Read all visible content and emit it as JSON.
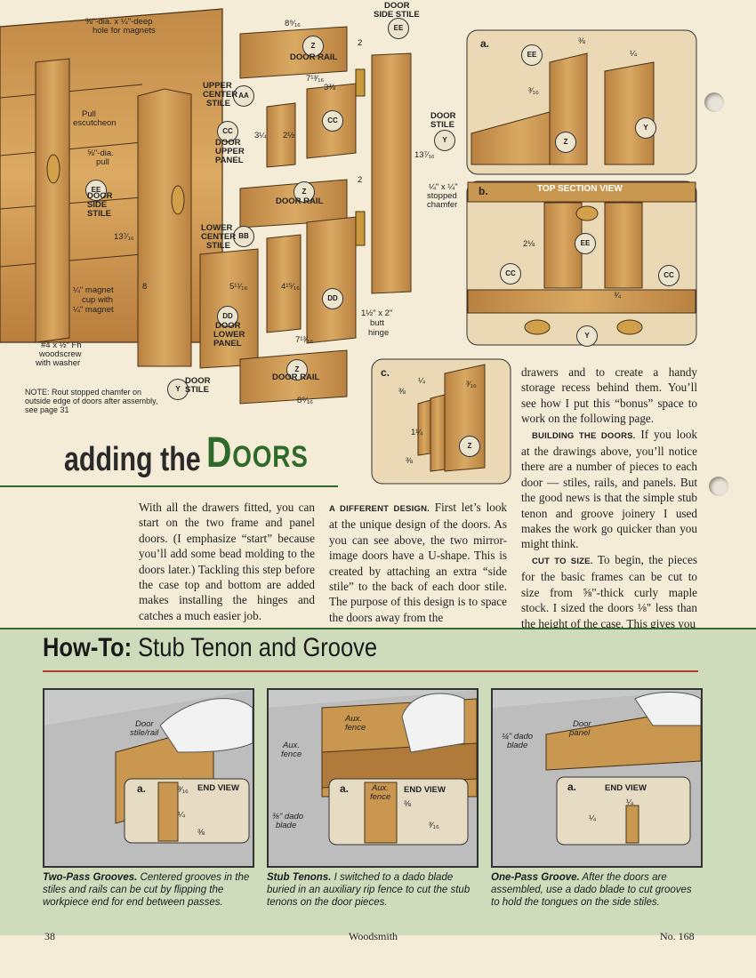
{
  "article": {
    "title_prefix": "adding the",
    "title_main": "Doors",
    "col1": "With all the drawers fitted, you can start on the two frame and panel doors. (I emphasize “start” because you’ll add some bead molding to the doors later.) Tackling this step before the case top and bottom are added makes installing the hinges and catches a much easier job.",
    "col2_head": "A DIFFERENT DESIGN.",
    "col2": "First let’s look at the unique design of the doors. As you can see above, the two mirror-image doors have a U-shape. This is created by attaching an extra “side stile” to the back of each door stile. The purpose of this design is to space the doors away from the",
    "col3a": "drawers and to create a handy storage recess behind them. You’ll see how I put this “bonus” space to work on the following page.",
    "col3b_head": "BUILDING THE DOORS.",
    "col3b": "If you look at the drawings above, you’ll notice there are a number of pieces to each door — stiles, rails, and panels. But the good news is that the simple stub tenon and groove joinery I used makes the work go quicker than you might think.",
    "col3c_head": "CUT TO SIZE.",
    "col3c": "To begin, the pieces for the basic frames can be cut to size from ⅝\"-thick curly maple stock. I sized the doors ⅛\" less than the height of the case. This gives you"
  },
  "diagram": {
    "labels": {
      "hole": "⅜\"-dia. x ¼\"-deep",
      "hole2": "hole for magnets",
      "pull_esc": "Pull",
      "pull_esc2": "escutcheon",
      "pull": "⅝\"-dia.",
      "pull2": "pull",
      "door_side_stile_top": "DOOR",
      "door_side_stile_top2": "SIDE STILE",
      "door_rail_top": "DOOR RAIL",
      "upper_center": "UPPER",
      "upper_center2": "CENTER",
      "upper_center3": "STILE",
      "door_upper_panel": "DOOR",
      "door_upper_panel2": "UPPER",
      "door_upper_panel3": "PANEL",
      "door_stile_right": "DOOR",
      "door_stile_right2": "STILE",
      "door_side_stile_left": "DOOR",
      "door_side_stile_left2": "SIDE",
      "door_side_stile_left3": "STILE",
      "door_rail_mid": "DOOR RAIL",
      "chamfer": "¼\" x ¼\"",
      "chamfer2": "stopped",
      "chamfer3": "chamfer",
      "lower_center": "LOWER",
      "lower_center2": "CENTER",
      "lower_center3": "STILE",
      "magnet": "¼\" magnet",
      "magnet2": "cup with",
      "magnet3": "¼\" magnet",
      "screw": "#4 x ½\" Fh",
      "screw2": "woodscrew",
      "screw3": "with washer",
      "door_lower_panel": "DOOR",
      "door_lower_panel2": "LOWER",
      "door_lower_panel3": "PANEL",
      "hinge": "1½\" x 2\"",
      "hinge2": "butt",
      "hinge3": "hinge",
      "door_rail_bot": "DOOR RAIL",
      "door_stile_bot": "DOOR",
      "door_stile_bot2": "STILE",
      "note": "NOTE: Rout stopped chamfer on outside edge of doors after assembly, see page 31",
      "top_section": "TOP SECTION VIEW",
      "dim_8_9_16": "8⁹⁄₁₆",
      "dim_7_13_16": "7¹³⁄₁₆",
      "dim_3_3_8": "3⅜",
      "dim_13_7_16": "13⁷⁄₁₆",
      "dim_2": "2",
      "dim_3_1_4": "3¼",
      "dim_2_1_2": "2½",
      "dim_5_11_16": "5¹¹⁄₁₆",
      "dim_4_15_16": "4¹⁵⁄₁₆",
      "dim_8": "8",
      "dim_2_1_8": "2⅛",
      "dim_1_1_4": "1¼",
      "dim_3_8": "⅜",
      "dim_1_4": "¼",
      "dim_3_16": "³⁄₁₆",
      "dim_3_4": "¾"
    },
    "tags": {
      "z": "Z",
      "ee": "EE",
      "aa": "AA",
      "cc": "CC",
      "y": "Y",
      "bb": "BB",
      "dd": "DD"
    },
    "callouts": {
      "a": "a.",
      "b": "b.",
      "c": "c."
    }
  },
  "howto": {
    "title_bold": "How-To:",
    "title_rest": "Stub Tenon and Groove",
    "panels": [
      {
        "inset": "a.",
        "end_view": "END VIEW",
        "l1": "Door",
        "l2": "stile/rail",
        "d1": "³⁄₁₆",
        "d2": "¼",
        "d3": "⅜"
      },
      {
        "inset": "a.",
        "end_view": "END VIEW",
        "l1": "Aux.",
        "l2": "fence",
        "l3": "Aux.",
        "l4": "fence",
        "l5": "⅜\" dado",
        "l6": "blade",
        "d1": "⅜",
        "d2": "³⁄₁₆"
      },
      {
        "inset": "a.",
        "end_view": "END VIEW",
        "l1": "Door",
        "l2": "panel",
        "l3": "¼\" dado",
        "l4": "blade",
        "d1": "¼",
        "d2": "¼"
      }
    ],
    "captions": [
      {
        "head": "Two-Pass Grooves.",
        "text": "Centered grooves in the stiles and rails can be cut by flipping the workpiece end for end between passes."
      },
      {
        "head": "Stub Tenons.",
        "text": "I switched to a dado blade buried in an auxiliary rip fence to cut the stub tenons on the door pieces."
      },
      {
        "head": "One-Pass Groove.",
        "text": "After the doors are assembled, use a dado blade to cut grooves to hold the tongues on the side stiles."
      }
    ]
  },
  "footer": {
    "page": "38",
    "magazine": "Woodsmith",
    "issue": "No. 168"
  },
  "colors": {
    "accent_green": "#2e6b2a",
    "howto_bg": "#cfdcbc",
    "wood": "#c9974f",
    "rule_red": "#b23b2a"
  }
}
